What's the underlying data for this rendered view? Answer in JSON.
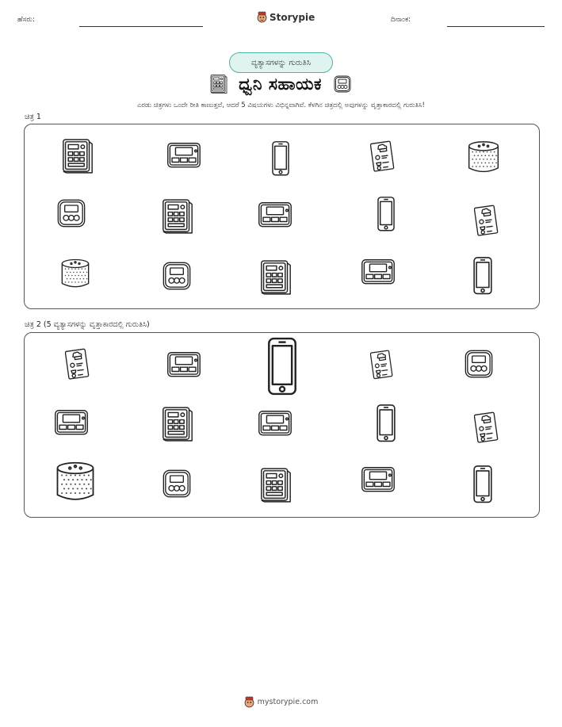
{
  "header": {
    "name_label": "ಹೆಸರು:",
    "brand": "Storypie",
    "date_label": "ದಿನಾಂಕ:"
  },
  "badge": "ವ್ಯತ್ಯಾಸಗಳನ್ನು ಗುರುತಿಸಿ",
  "title": "ಧ್ವನಿ ಸಹಾಯಕ",
  "instructions": "ಎರಡು ಚಿತ್ರಗಳು ಒಂದೇ ರೀತಿ ಕಾಣುತ್ತವೆ, ಆದರೆ 5 ವಿಷಯಗಳು ವಿಭಿನ್ನವಾಗಿವೆ. ಕೆಳಗಿನ ಚಿತ್ರದಲ್ಲಿ ಅವುಗಳನ್ನು ವೃತ್ತಾಕಾರದಲ್ಲಿ ಗುರುತಿಸಿ!",
  "picture1": {
    "label": "ಚಿತ್ರ 1",
    "rows": [
      [
        "control-panel",
        "timer",
        "phone",
        "recipe-card",
        "smart-speaker"
      ],
      [
        "square-timer",
        "control-panel",
        "timer",
        "phone",
        "recipe-card"
      ],
      [
        "smart-speaker",
        "square-timer",
        "control-panel",
        "timer",
        "phone"
      ]
    ]
  },
  "picture2": {
    "label": "ಚಿತ್ರ 2 (5 ವ್ಯತ್ಯಾಸಗಳನ್ನು ವೃತ್ತಾಕಾರದಲ್ಲಿ ಗುರುತಿಸಿ)",
    "rows": [
      [
        "recipe-card",
        "timer",
        "phone",
        "recipe-card",
        "square-timer"
      ],
      [
        "timer",
        "control-panel",
        "timer",
        "phone",
        "recipe-card"
      ],
      [
        "smart-speaker",
        "square-timer",
        "control-panel",
        "timer",
        "phone"
      ]
    ]
  },
  "footer": "mystorypie.com"
}
